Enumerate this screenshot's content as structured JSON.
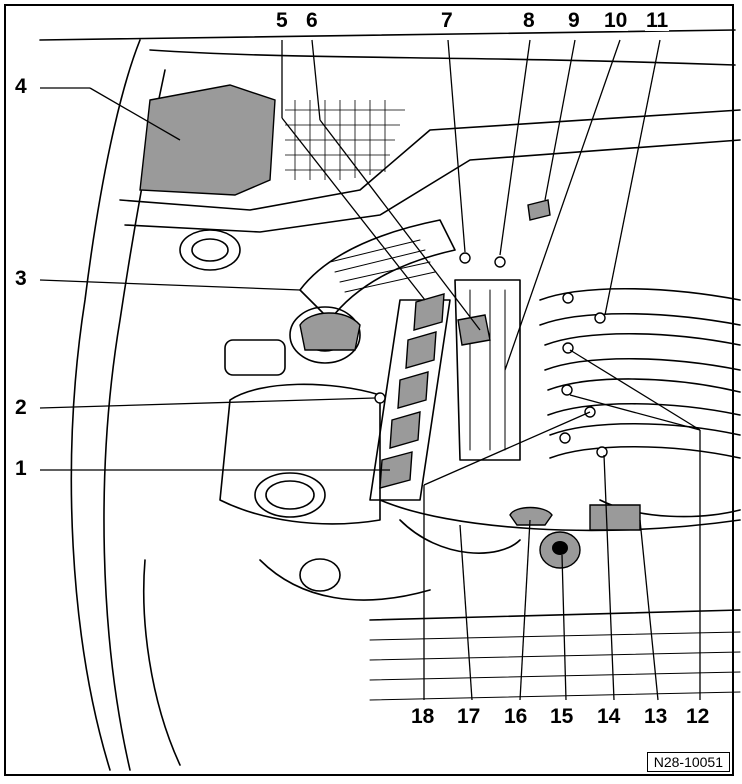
{
  "figure": {
    "id": "N28-10051"
  },
  "callouts": {
    "c1": "1",
    "c2": "2",
    "c3": "3",
    "c4": "4",
    "c5": "5",
    "c6": "6",
    "c7": "7",
    "c8": "8",
    "c9": "9",
    "c10": "10",
    "c11": "11",
    "c12": "12",
    "c13": "13",
    "c14": "14",
    "c15": "15",
    "c16": "16",
    "c17": "17",
    "c18": "18"
  },
  "colors": {
    "line": "#000000",
    "component_fill": "#9a9a9a",
    "background": "#ffffff"
  }
}
